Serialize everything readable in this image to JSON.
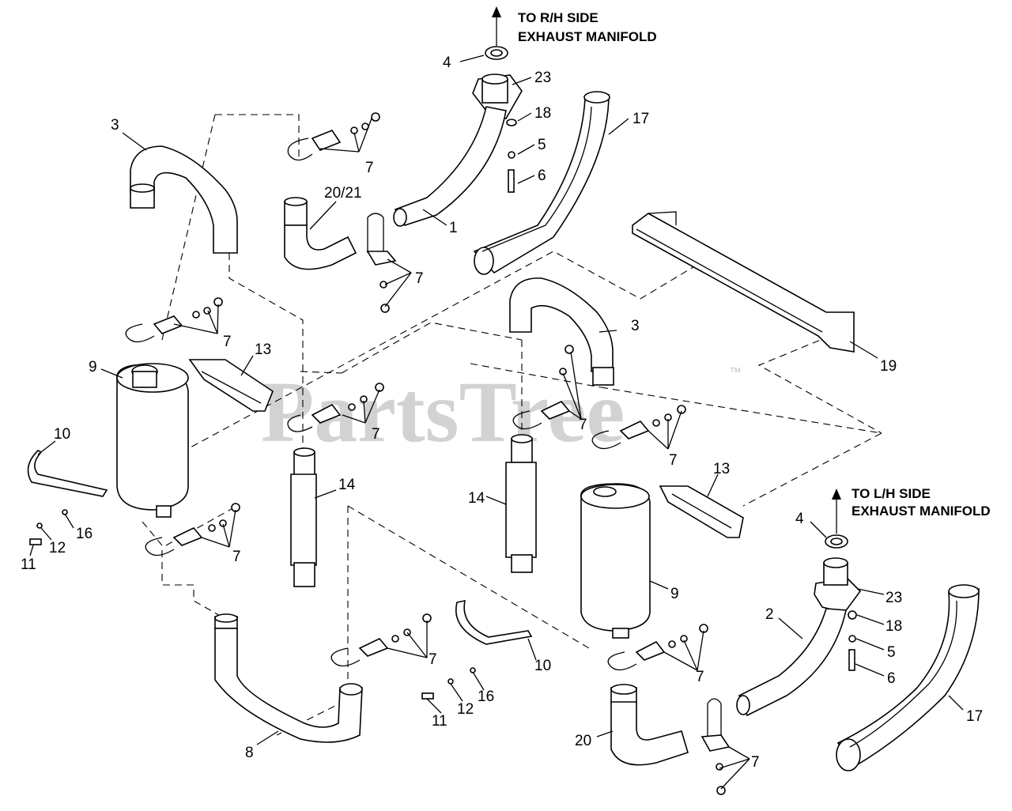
{
  "watermark": {
    "text": "PartsTree",
    "trademark": "™"
  },
  "notes": {
    "rh": [
      "TO R/H SIDE",
      "EXHAUST MANIFOLD"
    ],
    "lh": [
      "TO L/H SIDE",
      "EXHAUST MANIFOLD"
    ]
  },
  "labels": {
    "l4a": "4",
    "l23a": "23",
    "l18a": "18",
    "l17a": "17",
    "l5a": "5",
    "l6a": "6",
    "l3a": "3",
    "l20_21": "20/21",
    "l1": "1",
    "l7a": "7",
    "l7b": "7",
    "l7c": "7",
    "l9a": "9",
    "l13a": "13",
    "l7d": "7",
    "l10a": "10",
    "l14a": "14",
    "l16a": "16",
    "l12a": "12",
    "l11a": "11",
    "l7e": "7",
    "l3b": "3",
    "l19": "19",
    "l7f": "7",
    "l7g": "7",
    "l14b": "14",
    "l13b": "13",
    "l4b": "4",
    "l9b": "9",
    "l23b": "23",
    "l2": "2",
    "l18b": "18",
    "l5b": "5",
    "l6b": "6",
    "l17b": "17",
    "l10b": "10",
    "l7h": "7",
    "l16b": "16",
    "l12b": "12",
    "l11b": "11",
    "l7i": "7",
    "l20": "20",
    "l8": "8",
    "l7j": "7"
  }
}
